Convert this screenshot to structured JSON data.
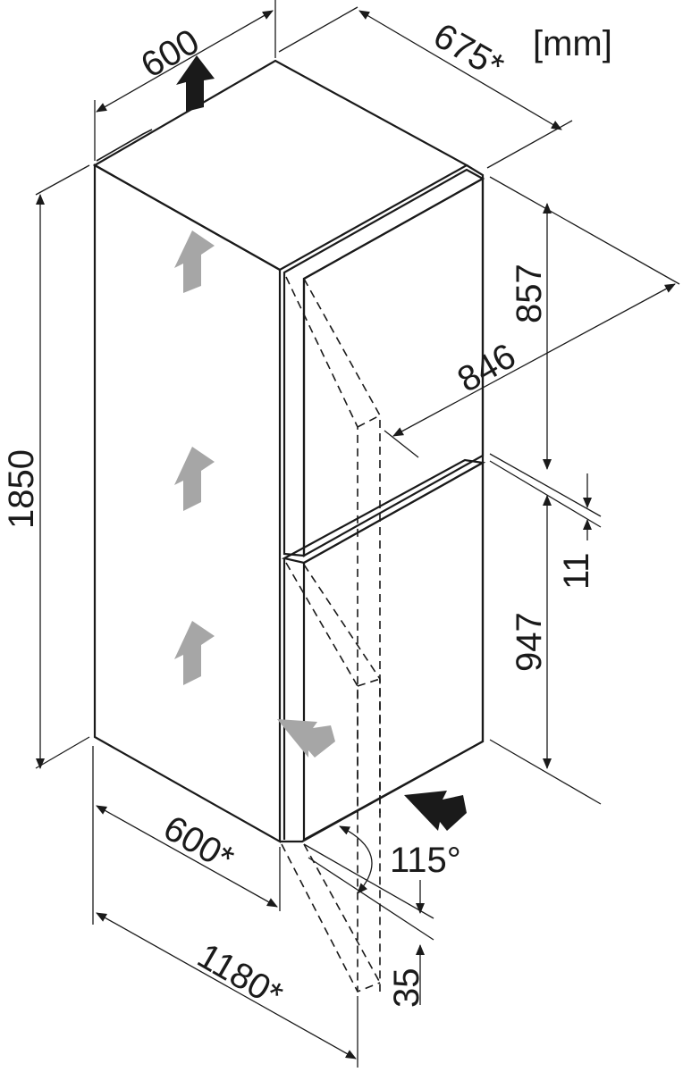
{
  "diagram": {
    "unit": "[mm]",
    "dimensions": {
      "width_top": "600",
      "depth_top": "675*",
      "height_total": "1850",
      "upper_door": "857",
      "diagonal": "846",
      "gap": "11",
      "lower_door": "947",
      "width_bottom": "600*",
      "door_angle": "115°",
      "door_offset": "35",
      "depth_open": "1180*"
    },
    "colors": {
      "line": "#1a1a1a",
      "air_arrow": "#a6a6a6"
    }
  }
}
